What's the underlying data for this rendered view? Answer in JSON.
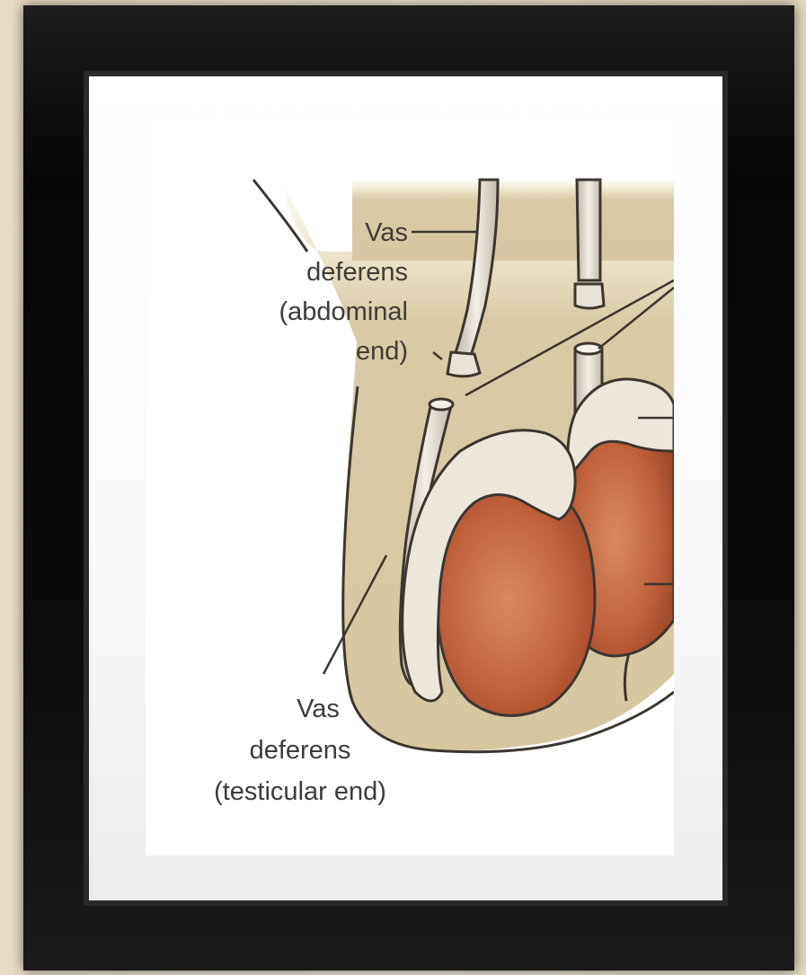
{
  "diagram": {
    "label_abdominal": {
      "line1": "Vas",
      "line2": "deferens",
      "line3": "(abdominal",
      "line4": "end)"
    },
    "label_testicular": {
      "line1": "Vas",
      "line2": "deferens",
      "line3": "(testicular end)"
    }
  },
  "colors": {
    "frame": "#0a0a0a",
    "skin": "#d8c9a4",
    "testis": "#c46a42",
    "epididymis": "#e9e2d6",
    "outline": "#3c3630",
    "wall_background": "#ecdfca"
  }
}
